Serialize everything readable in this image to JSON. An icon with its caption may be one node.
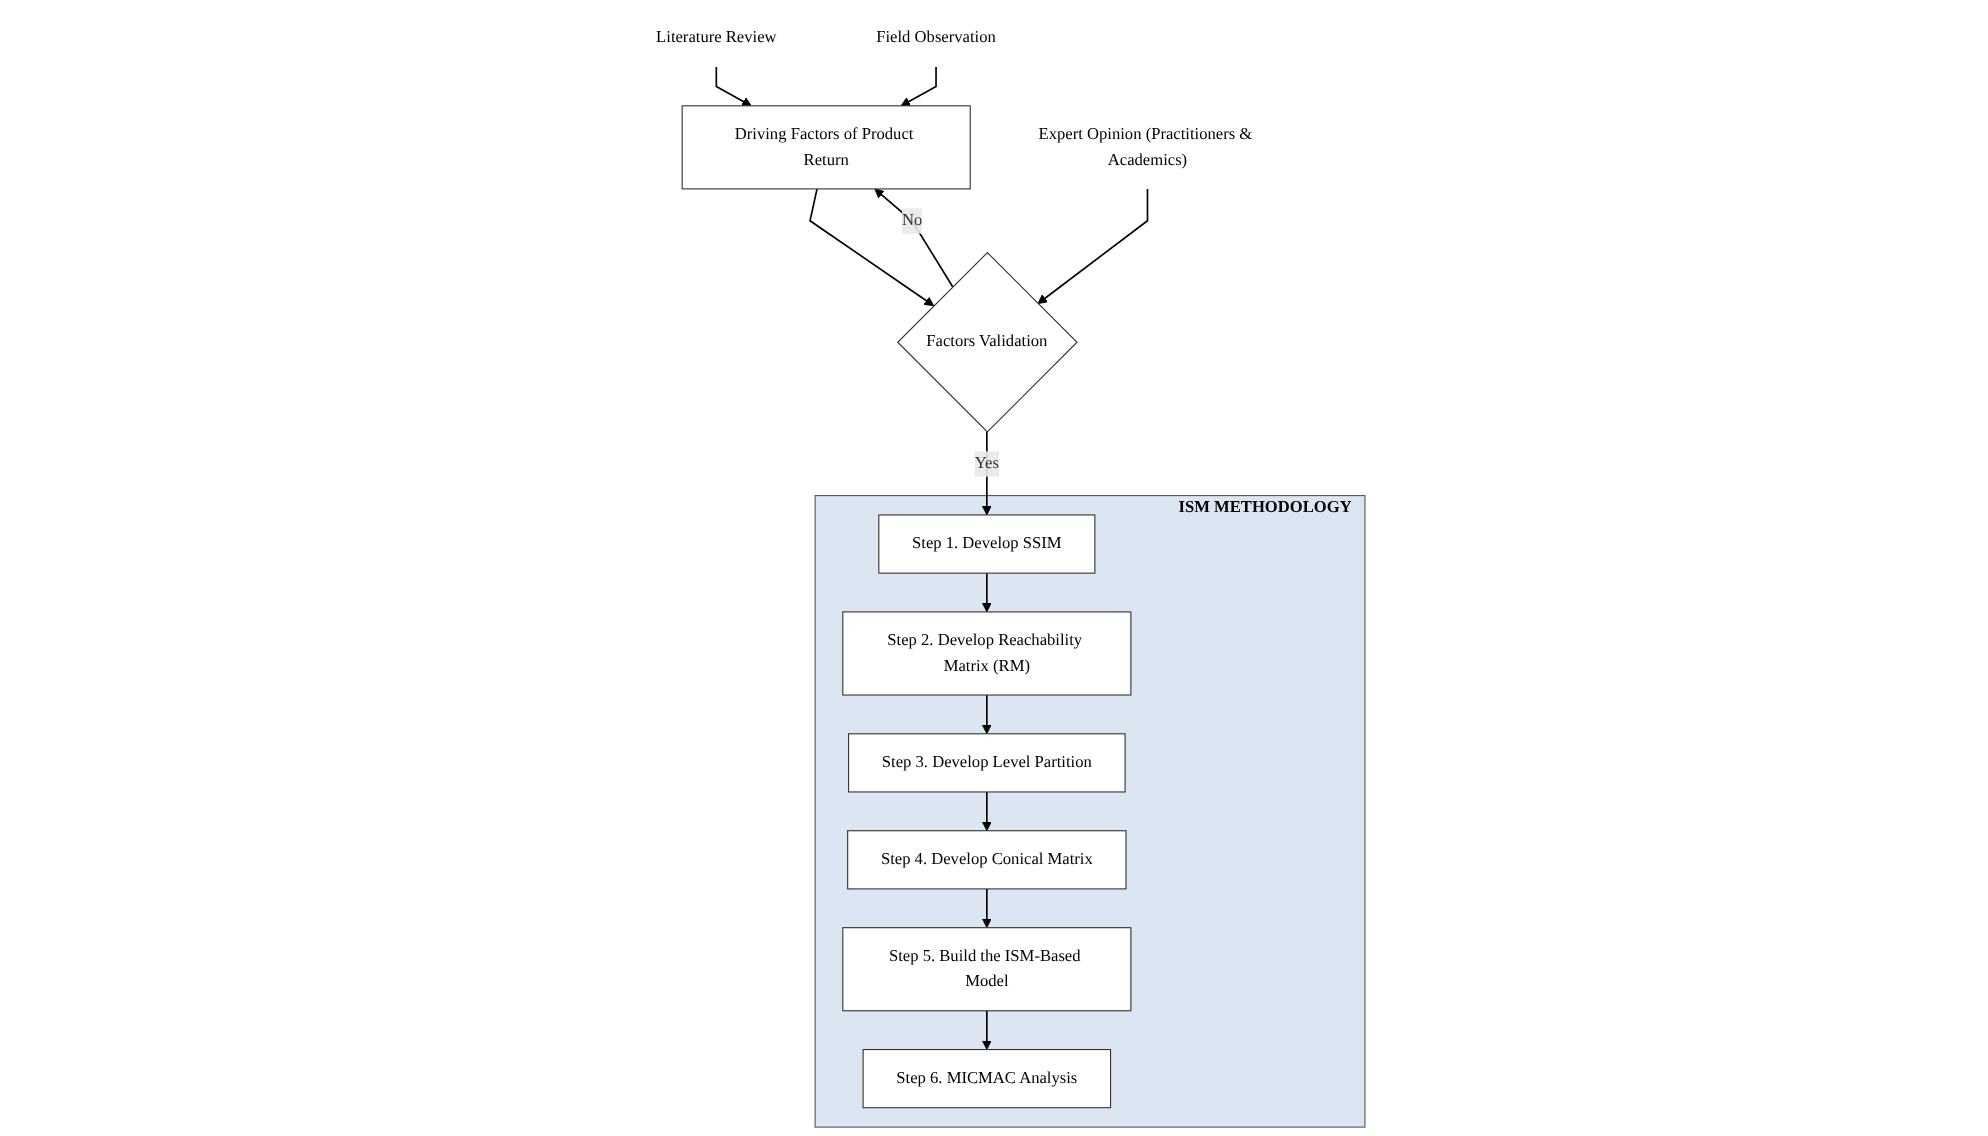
{
  "diagram": {
    "nodes": [
      {
        "text": [
          "Literature Review"
        ]
      },
      {
        "text": [
          "Field Observation"
        ]
      },
      {
        "text": [
          "Driving Factors of Product Return"
        ]
      },
      {
        "text": [
          "Expert Opinion (Practitioners & Academics)"
        ]
      },
      {
        "text": [
          "Factors Validation"
        ]
      },
      {
        "text": [
          "ISM METHODOLOGY"
        ]
      },
      {
        "text": [
          "Step 1. Develop SSIM"
        ],
        "in": 5
      },
      {
        "text": [
          "Step 2. Develop Reachability Matrix (RM)"
        ],
        "in": 5
      },
      {
        "text": [
          "Step 3. Develop Level Partition"
        ],
        "in": 5
      },
      {
        "text": [
          "Step 4. Develop Conical Matrix"
        ],
        "in": 5
      },
      {
        "text": [
          "Step 5. Build the ISM-Based Model"
        ],
        "in": 5
      },
      {
        "text": [
          "Step 6. MICMAC Analysis"
        ],
        "in": 5
      }
    ],
    "edges": [
      {
        "from": 0,
        "to": 2,
        "arrow": "to"
      },
      {
        "from": 1,
        "to": 2,
        "arrow": "to"
      },
      {
        "from": 2,
        "to": 4,
        "arrow": "to"
      },
      {
        "from": 3,
        "to": 4,
        "arrow": "to"
      },
      {
        "from": 4,
        "to": 2,
        "arrow": "to",
        "label": "No"
      },
      {
        "from": 4,
        "to": 6,
        "arrow": "to",
        "label": "Yes"
      },
      {
        "from": 6,
        "to": 7,
        "arrow": "to"
      },
      {
        "from": 7,
        "to": 8,
        "arrow": "to"
      },
      {
        "from": 8,
        "to": 9,
        "arrow": "to"
      },
      {
        "from": 9,
        "to": 10,
        "arrow": "to"
      },
      {
        "from": 10,
        "to": 11,
        "arrow": "to"
      }
    ]
  }
}
